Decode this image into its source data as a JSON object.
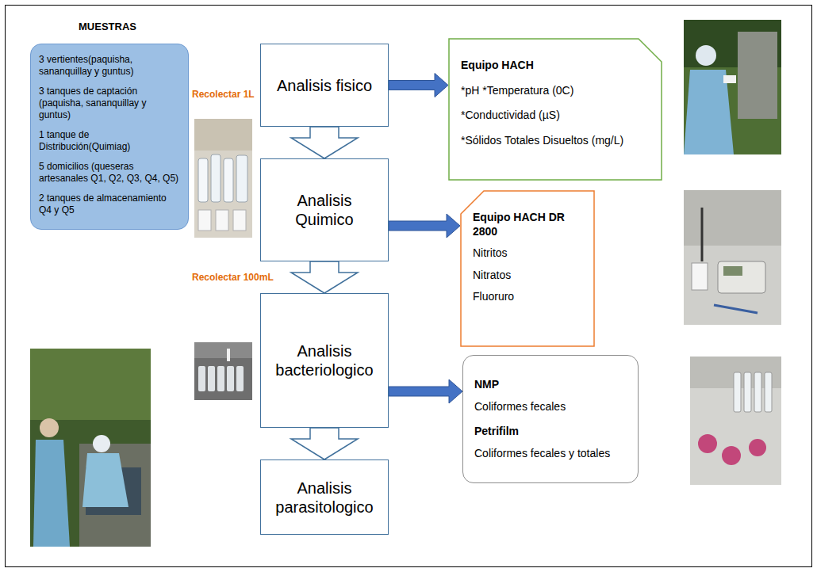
{
  "diagram": {
    "nodes": [
      {
        "text": [
          "MUESTRAS",
          "3 vertientes(paquisha, sananquillay y guntus)",
          "3 tanques de captación (paquisha, sananquillay y guntus)",
          "1 tanque de Distribución(Quimiag)",
          "5 domicilios (queseras artesanales Q1, Q2, Q3, Q4, Q5)",
          "2 tanques de almacenamiento Q4 y Q5"
        ]
      },
      {
        "text": [
          "Analisis fisico"
        ]
      },
      {
        "text": [
          "Equipo HACH",
          "*pH *Temperatura (0C)",
          "*Conductividad (µS)",
          "*Sólidos Totales Disueltos (mg/L)"
        ]
      },
      {
        "text": [
          "Analisis Quimico"
        ]
      },
      {
        "text": [
          "Equipo HACH DR 2800",
          "Nitritos",
          "Nitratos",
          "Fluoruro"
        ]
      },
      {
        "text": [
          "Analisis bacteriologico"
        ]
      },
      {
        "text": [
          "NMP",
          "Coliformes fecales",
          "Petrifilm",
          "Coliformes fecales y totales"
        ]
      },
      {
        "text": [
          "Analisis parasitologico"
        ]
      }
    ],
    "edges": [
      {
        "from": 1,
        "to": 2,
        "arrow": "to"
      },
      {
        "from": 1,
        "to": 3,
        "arrow": "to"
      },
      {
        "from": 3,
        "to": 4,
        "arrow": "to"
      },
      {
        "from": 3,
        "to": 5,
        "arrow": "to"
      },
      {
        "from": 5,
        "to": 6,
        "arrow": "to"
      },
      {
        "from": 5,
        "to": 7,
        "arrow": "to"
      }
    ],
    "labels": [
      "Recolectar 1L",
      "Recolectar 100mL"
    ]
  }
}
